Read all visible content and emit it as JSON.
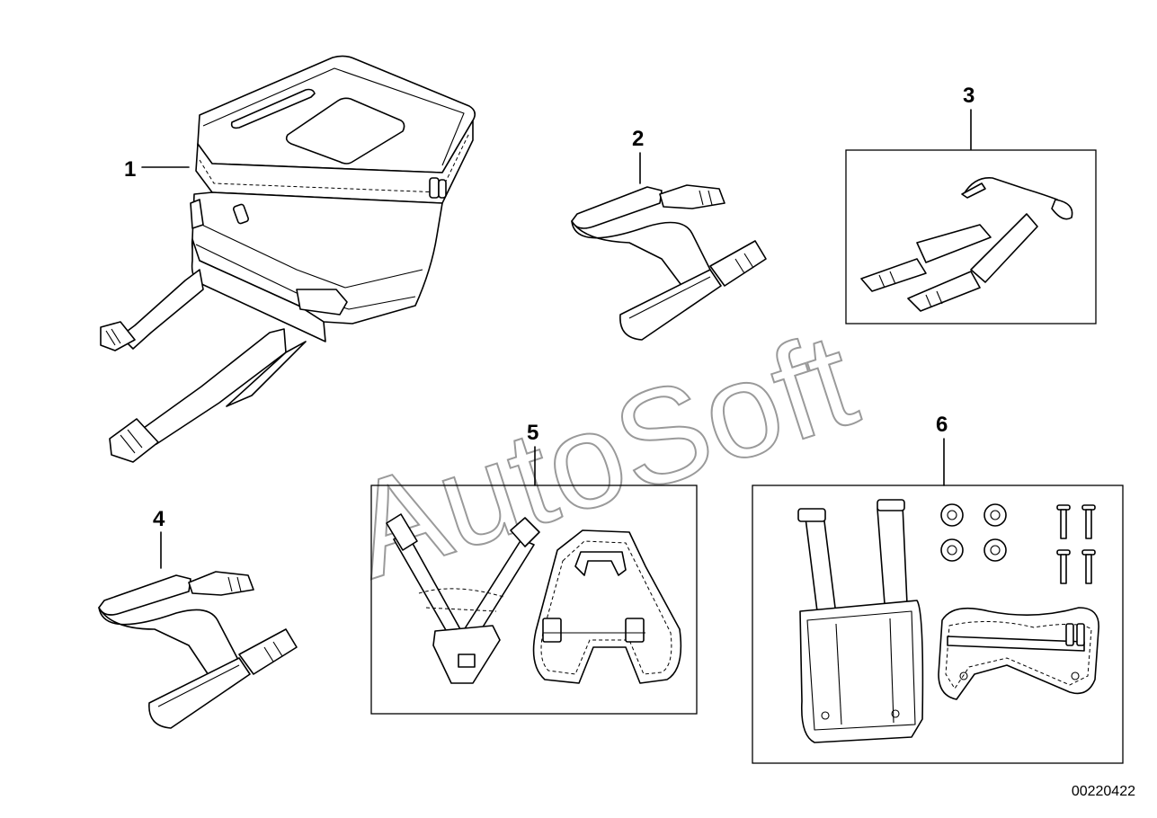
{
  "diagram": {
    "watermark": "AutoSoft",
    "document_number": "00220422",
    "callouts": [
      {
        "label": "1",
        "part": "tank-bag"
      },
      {
        "label": "2",
        "part": "strap-with-buckle"
      },
      {
        "label": "3",
        "part": "strap-set-with-cord"
      },
      {
        "label": "4",
        "part": "strap-with-buckle"
      },
      {
        "label": "5",
        "part": "harness-set"
      },
      {
        "label": "6",
        "part": "mounting-kit"
      }
    ]
  }
}
